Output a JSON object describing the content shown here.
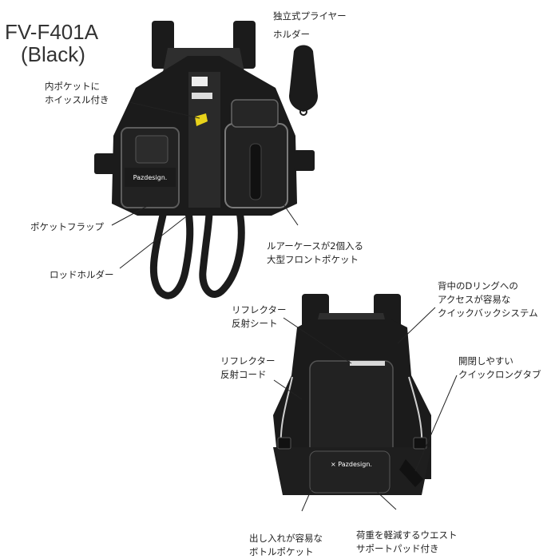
{
  "product": {
    "model": "FV-F401A",
    "color": "(Black)"
  },
  "labels": {
    "plier_holder": [
      "独立式プライヤー",
      "ホルダー"
    ],
    "inner_pocket": [
      "内ポケットに",
      "ホイッスル付き"
    ],
    "pocket_flap": "ポケットフラップ",
    "rod_holder": "ロッドホルダー",
    "front_pocket": [
      "ルアーケースが2個入る",
      "大型フロントポケット"
    ],
    "back_d_ring": [
      "背中のDリングへの",
      "アクセスが容易な",
      "クイックバックシステム"
    ],
    "reflector_sheet": [
      "リフレクター",
      "反射シート"
    ],
    "reflector_cord": [
      "リフレクター",
      "反射コード"
    ],
    "quick_long_tab": [
      "開閉しやすい",
      "クイックロングタブ"
    ],
    "bottle_pocket": [
      "出し入れが容易な",
      "ボトルポケット"
    ],
    "waist_pad": [
      "荷重を軽減するウエスト",
      "サポートパッド付き"
    ]
  },
  "brand": {
    "logo_text": "Pazdesign",
    "collab_text": "× Pazdesign."
  },
  "colors": {
    "vest": "#1b1b1b",
    "vest_shade": "#2b2b2b",
    "trim": "#8a8a8a",
    "whistle": "#e8d21a",
    "reflector": "#cfcfcf"
  }
}
